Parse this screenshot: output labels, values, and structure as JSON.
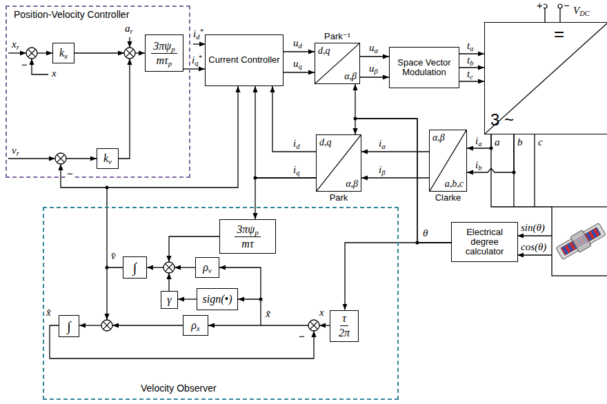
{
  "diagram": {
    "nodes": [
      {
        "text": [
          "Position-Velocity Controller"
        ]
      },
      {
        "text": [
          "kx"
        ],
        "in": 0
      },
      {
        "text": [
          "kv"
        ],
        "in": 0
      },
      {
        "text": [
          "3πψp",
          "mτp"
        ],
        "in": 0
      },
      {
        "text": [
          "Current Controller"
        ]
      },
      {
        "text": [
          "Park⁻¹",
          "d,q",
          "α,β"
        ]
      },
      {
        "text": [
          "Space Vector Modulation"
        ]
      },
      {
        "text": [
          "3 ~",
          "="
        ]
      },
      {
        "text": [
          "Park",
          "d,q",
          "α,β"
        ]
      },
      {
        "text": [
          "Clarke",
          "α,β",
          "a,b,c"
        ]
      },
      {
        "text": [
          "Electrical degree calculator"
        ]
      },
      {
        "text": [
          "Velocity Observer"
        ]
      },
      {
        "text": [
          "3πψp",
          "mτ"
        ],
        "in": 11
      },
      {
        "text": [
          "∫"
        ],
        "in": 11
      },
      {
        "text": [
          "ρv"
        ],
        "in": 11
      },
      {
        "text": [
          "γ"
        ],
        "in": 11
      },
      {
        "text": [
          "sign(•)"
        ],
        "in": 11
      },
      {
        "text": [
          "∫"
        ],
        "in": 11
      },
      {
        "text": [
          "ρx"
        ],
        "in": 11
      },
      {
        "text": [
          "τ",
          "2π"
        ],
        "in": 11
      }
    ],
    "edges": [
      {
        "from": 3,
        "to": 4,
        "arrow": "to",
        "label": "iq*"
      },
      {
        "from": 4,
        "to": 5,
        "arrow": "to",
        "label": "ud"
      },
      {
        "from": 4,
        "to": 5,
        "arrow": "to",
        "label": "uq"
      },
      {
        "from": 5,
        "to": 6,
        "arrow": "to",
        "label": "uα"
      },
      {
        "from": 5,
        "to": 6,
        "arrow": "to",
        "label": "uβ"
      },
      {
        "from": 6,
        "to": 7,
        "arrow": "to",
        "label": "ta"
      },
      {
        "from": 6,
        "to": 7,
        "arrow": "to",
        "label": "tb"
      },
      {
        "from": 6,
        "to": 7,
        "arrow": "to",
        "label": "tc"
      },
      {
        "from": 7,
        "to": 9,
        "arrow": "to",
        "label": "ia"
      },
      {
        "from": 7,
        "to": 9,
        "arrow": "to",
        "label": "ib"
      },
      {
        "from": 9,
        "to": 8,
        "arrow": "to",
        "label": "iα"
      },
      {
        "from": 9,
        "to": 8,
        "arrow": "to",
        "label": "iβ"
      },
      {
        "from": 8,
        "to": 4,
        "arrow": "to",
        "label": "id"
      },
      {
        "from": 8,
        "to": 4,
        "arrow": "to",
        "label": "iq"
      },
      {
        "from": 8,
        "to": 12,
        "arrow": "to"
      },
      {
        "from": 10,
        "to": 5,
        "arrow": "to",
        "label": "θ"
      },
      {
        "from": 10,
        "to": 8,
        "arrow": "to"
      },
      {
        "from": 10,
        "to": 19,
        "arrow": "to"
      },
      {
        "from": 13,
        "to": 4,
        "arrow": "to"
      },
      {
        "from": 16,
        "to": 15,
        "arrow": "to"
      }
    ],
    "labels": [
      "xr",
      "−",
      "x",
      "ar",
      "vr",
      "−",
      "id*",
      "VDC",
      "+",
      "−",
      "a",
      "b",
      "c",
      "sin(θ)",
      "cos(θ)",
      "v̂",
      "x̂",
      "x̃",
      "x",
      "−"
    ]
  }
}
